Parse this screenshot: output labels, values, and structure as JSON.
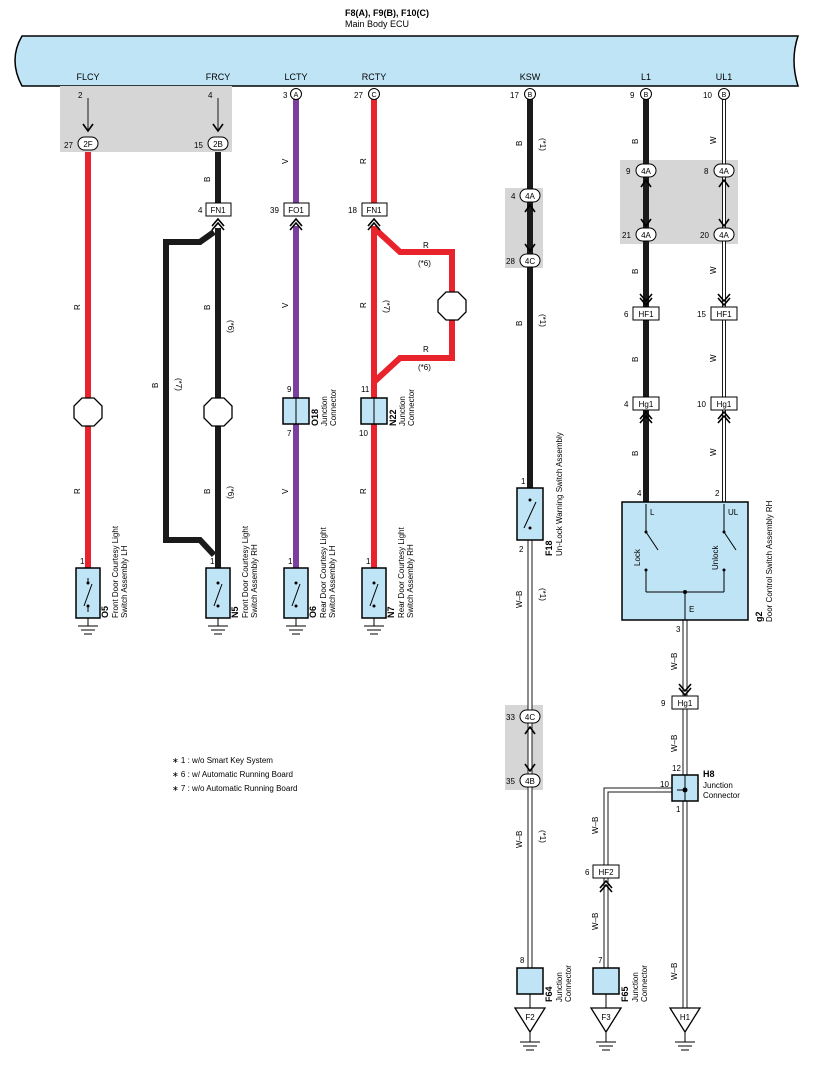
{
  "ecu": {
    "connectors": "F8(A), F9(B), F10(C)",
    "name": "Main Body ECU",
    "terminals": [
      {
        "name": "FLCY",
        "pin": "2",
        "conn": ""
      },
      {
        "name": "FRCY",
        "pin": "4",
        "conn": ""
      },
      {
        "name": "LCTY",
        "pin": "3",
        "conn": "A"
      },
      {
        "name": "RCTY",
        "pin": "27",
        "conn": "C"
      },
      {
        "name": "KSW",
        "pin": "17",
        "conn": "B"
      },
      {
        "name": "L1",
        "pin": "9",
        "conn": "B"
      },
      {
        "name": "UL1",
        "pin": "10",
        "conn": "B"
      }
    ]
  },
  "junctions": {
    "j2f": {
      "pin": "27",
      "label": "2F"
    },
    "j2b": {
      "pin": "15",
      "label": "2B"
    },
    "fn1a": {
      "pin": "4",
      "label": "FN1"
    },
    "fo1": {
      "pin": "39",
      "label": "FO1"
    },
    "fn1b": {
      "pin": "18",
      "label": "FN1"
    },
    "j4a_ksw": {
      "pin": "4",
      "label": "4A"
    },
    "j4c_ksw": {
      "pin": "28",
      "label": "4C"
    },
    "j4a_l1_top": {
      "pin": "9",
      "label": "4A"
    },
    "j4a_ul1_top": {
      "pin": "8",
      "label": "4A"
    },
    "j4a_l1_bot": {
      "pin": "21",
      "label": "4A"
    },
    "j4a_ul1_bot": {
      "pin": "20",
      "label": "4A"
    },
    "hf1_l": {
      "pin": "6",
      "label": "HF1"
    },
    "hf1_ul": {
      "pin": "15",
      "label": "HF1"
    },
    "hg1_l": {
      "pin": "4",
      "label": "Hg1"
    },
    "hg1_ul": {
      "pin": "10",
      "label": "Hg1"
    },
    "j4c_low": {
      "pin": "33",
      "label": "4C"
    },
    "j4b_low": {
      "pin": "35",
      "label": "4B"
    },
    "hg1_e": {
      "pin": "9",
      "label": "Hg1"
    },
    "hf2": {
      "pin": "6",
      "label": "HF2"
    }
  },
  "wires": {
    "r": "R",
    "b": "B",
    "v": "V",
    "w": "W",
    "wb": "W–B",
    "n1": "(*1)",
    "n6": "(*6)",
    "n7": "(*7)"
  },
  "components": {
    "o5": {
      "id": "O5",
      "name": "Front Door Courtesy Light Switch Assembly LH",
      "line1": "Front Door Courtesy Light",
      "line2": "Switch Assembly LH",
      "pin": "1"
    },
    "n5": {
      "id": "N5",
      "name": "Front Door Courtesy Light Switch Assembly RH",
      "line1": "Front Door Courtesy Light",
      "line2": "Switch Assembly RH",
      "pin": "1"
    },
    "o6": {
      "id": "O6",
      "line1": "Rear Door Courtesy Light",
      "line2": "Switch Assembly LH",
      "pin": "1"
    },
    "n7": {
      "id": "N7",
      "line1": "Rear Door Courtesy Light",
      "line2": "Switch Assembly RH",
      "pin": "1"
    },
    "o18": {
      "id": "O18",
      "line1": "Junction",
      "line2": "Connector",
      "pin_top": "9",
      "pin_bot": "7"
    },
    "n22": {
      "id": "N22",
      "line1": "Junction",
      "line2": "Connector",
      "pin_top": "11",
      "pin_bot": "10"
    },
    "f18": {
      "id": "F18",
      "line1": "Un-Lock Warning Switch Assembly",
      "pin_top": "1",
      "pin_bot": "2"
    },
    "g2": {
      "id": "g2",
      "line1": "Door Control Switch Assembly RH",
      "term_l": "L",
      "term_ul": "UL",
      "term_e": "E",
      "lock": "Lock",
      "unlock": "Unlock",
      "pin_l": "4",
      "pin_ul": "2",
      "pin_e": "3"
    },
    "h8": {
      "id": "H8",
      "line1": "Junction",
      "line2": "Connector",
      "pin_top": "12",
      "pin_left": "10",
      "pin_bot": "1"
    },
    "f64": {
      "id": "F64",
      "line1": "Junction",
      "line2": "Connector",
      "pin": "8"
    },
    "f65": {
      "id": "F65",
      "line1": "Junction",
      "line2": "Connector",
      "pin": "7"
    }
  },
  "grounds": {
    "f2": "F2",
    "f3": "F3",
    "h1": "H1"
  },
  "notes": [
    "∗ 1 : w/o Smart Key System",
    "∗ 6 : w/ Automatic Running Board",
    "∗ 7 : w/o Automatic Running Board"
  ],
  "colors": {
    "red": "#e8232b",
    "black": "#1a1a1a",
    "violet": "#7b3f9e",
    "white_wire": "#ffffff",
    "box": "#bfe4f5",
    "shade": "#d6d6d6"
  }
}
